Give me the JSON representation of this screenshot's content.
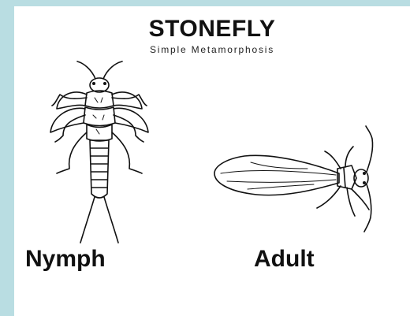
{
  "diagram": {
    "title": "STONEFLY",
    "subtitle": "Simple Metamorphosis",
    "stages": [
      {
        "label": "Nymph",
        "icon": "stonefly-nymph-illustration"
      },
      {
        "label": "Adult",
        "icon": "stonefly-adult-illustration"
      }
    ]
  },
  "colors": {
    "frame": "#b9dde2",
    "panel": "#ffffff",
    "ink": "#111111"
  }
}
